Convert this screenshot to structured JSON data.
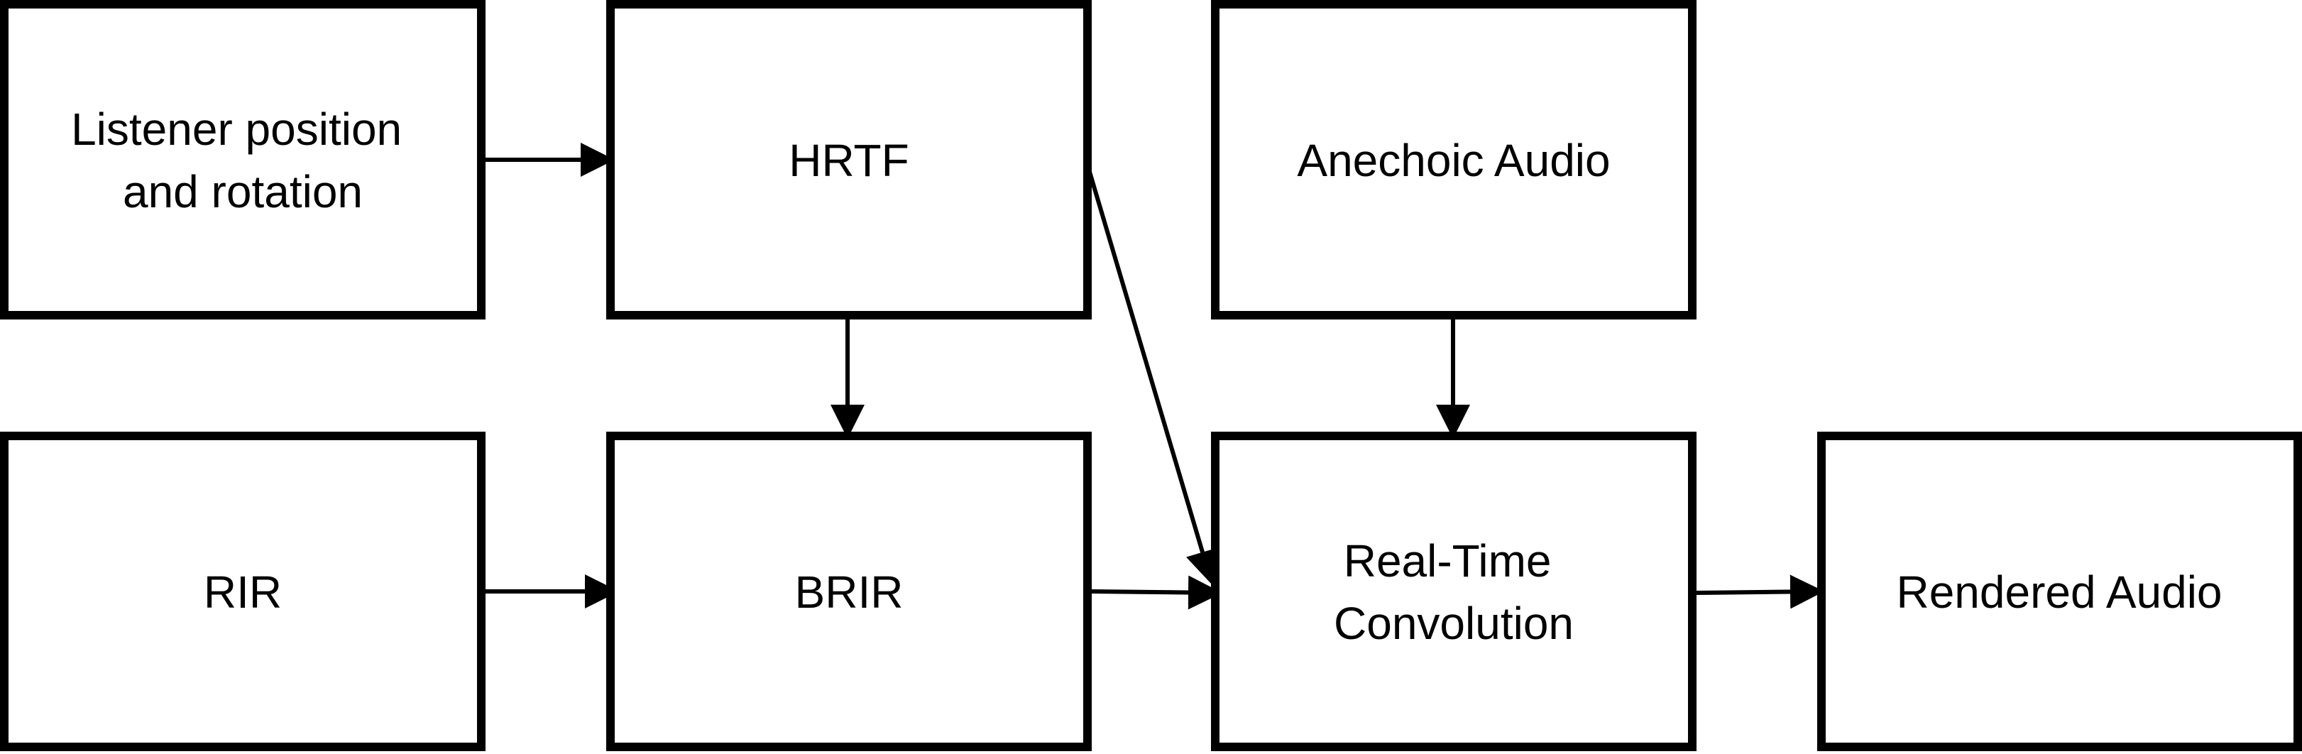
{
  "colors": {
    "stroke": "#000000",
    "fill": "#ffffff",
    "text": "#000000"
  },
  "nodes": {
    "listener": {
      "lines": [
        "Listener position",
        "and rotation"
      ]
    },
    "hrtf": {
      "lines": [
        "HRTF"
      ]
    },
    "anechoic": {
      "lines": [
        "Anechoic Audio"
      ]
    },
    "rir": {
      "lines": [
        "RIR"
      ]
    },
    "brir": {
      "lines": [
        "BRIR"
      ]
    },
    "convolution": {
      "lines": [
        "Real-Time",
        "Convolution"
      ]
    },
    "rendered": {
      "lines": [
        "Rendered Audio"
      ]
    }
  },
  "edges": [
    {
      "from": "listener",
      "to": "hrtf"
    },
    {
      "from": "hrtf",
      "to": "brir"
    },
    {
      "from": "hrtf",
      "to": "convolution"
    },
    {
      "from": "anechoic",
      "to": "convolution"
    },
    {
      "from": "rir",
      "to": "brir"
    },
    {
      "from": "brir",
      "to": "convolution"
    },
    {
      "from": "convolution",
      "to": "rendered"
    }
  ]
}
